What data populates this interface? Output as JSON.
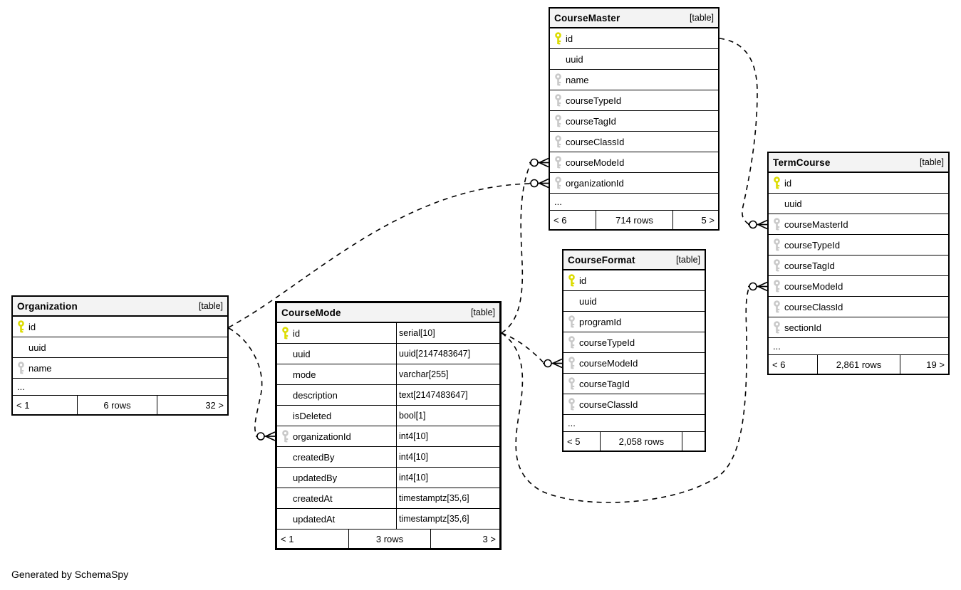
{
  "caption": "Generated by SchemaSpy",
  "colors": {
    "pk_key": "#dcdc00",
    "fk_key": "#c9c9c9",
    "header_bg": "#f3f3f3",
    "border": "#000000",
    "line": "#000000"
  },
  "tables": [
    {
      "name": "CourseMaster",
      "tag": "[table]",
      "columns": [
        {
          "name": "id",
          "key": "pk"
        },
        {
          "name": "uuid",
          "key": ""
        },
        {
          "name": "name",
          "key": "fk"
        },
        {
          "name": "courseTypeId",
          "key": "fk"
        },
        {
          "name": "courseTagId",
          "key": "fk"
        },
        {
          "name": "courseClassId",
          "key": "fk"
        },
        {
          "name": "courseModeId",
          "key": "fk"
        },
        {
          "name": "organizationId",
          "key": "fk"
        }
      ],
      "ellipsis": "...",
      "footer": {
        "left": "< 6",
        "center": "714 rows",
        "right": "5 >"
      }
    },
    {
      "name": "TermCourse",
      "tag": "[table]",
      "columns": [
        {
          "name": "id",
          "key": "pk"
        },
        {
          "name": "uuid",
          "key": ""
        },
        {
          "name": "courseMasterId",
          "key": "fk"
        },
        {
          "name": "courseTypeId",
          "key": "fk"
        },
        {
          "name": "courseTagId",
          "key": "fk"
        },
        {
          "name": "courseModeId",
          "key": "fk"
        },
        {
          "name": "courseClassId",
          "key": "fk"
        },
        {
          "name": "sectionId",
          "key": "fk"
        }
      ],
      "ellipsis": "...",
      "footer": {
        "left": "< 6",
        "center": "2,861 rows",
        "right": "19 >"
      }
    },
    {
      "name": "CourseFormat",
      "tag": "[table]",
      "columns": [
        {
          "name": "id",
          "key": "pk"
        },
        {
          "name": "uuid",
          "key": ""
        },
        {
          "name": "programId",
          "key": "fk"
        },
        {
          "name": "courseTypeId",
          "key": "fk"
        },
        {
          "name": "courseModeId",
          "key": "fk"
        },
        {
          "name": "courseTagId",
          "key": "fk"
        },
        {
          "name": "courseClassId",
          "key": "fk"
        }
      ],
      "ellipsis": "...",
      "footer": {
        "left": "< 5",
        "center": "2,058 rows",
        "right": ""
      }
    },
    {
      "name": "Organization",
      "tag": "[table]",
      "columns": [
        {
          "name": "id",
          "key": "pk"
        },
        {
          "name": "uuid",
          "key": ""
        },
        {
          "name": "name",
          "key": "fk"
        }
      ],
      "ellipsis": "...",
      "footer": {
        "left": "< 1",
        "center": "6 rows",
        "right": "32 >"
      }
    },
    {
      "name": "CourseMode",
      "tag": "[table]",
      "emphasized": true,
      "columns": [
        {
          "name": "id",
          "type": "serial[10]",
          "key": "pk"
        },
        {
          "name": "uuid",
          "type": "uuid[2147483647]",
          "key": ""
        },
        {
          "name": "mode",
          "type": "varchar[255]",
          "key": ""
        },
        {
          "name": "description",
          "type": "text[2147483647]",
          "key": ""
        },
        {
          "name": "isDeleted",
          "type": "bool[1]",
          "key": ""
        },
        {
          "name": "organizationId",
          "type": "int4[10]",
          "key": "fk"
        },
        {
          "name": "createdBy",
          "type": "int4[10]",
          "key": ""
        },
        {
          "name": "updatedBy",
          "type": "int4[10]",
          "key": ""
        },
        {
          "name": "createdAt",
          "type": "timestamptz[35,6]",
          "key": ""
        },
        {
          "name": "updatedAt",
          "type": "timestamptz[35,6]",
          "key": ""
        }
      ],
      "ellipsis": "",
      "footer": {
        "left": "< 1",
        "center": "3 rows",
        "right": "3 >"
      }
    }
  ],
  "relationships": [
    {
      "from": "Organization.id",
      "to": "CourseMaster.organizationId"
    },
    {
      "from": "Organization.id",
      "to": "CourseMode.organizationId"
    },
    {
      "from": "CourseMode.id",
      "to": "CourseMaster.courseModeId"
    },
    {
      "from": "CourseMode.id",
      "to": "CourseFormat.courseModeId"
    },
    {
      "from": "CourseMode.id",
      "to": "TermCourse.courseModeId"
    },
    {
      "from": "CourseMaster.id",
      "to": "TermCourse.courseMasterId"
    }
  ]
}
